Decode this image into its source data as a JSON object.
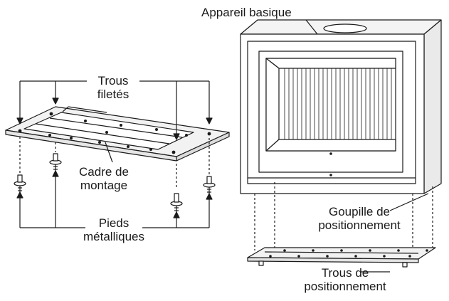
{
  "labels": {
    "appliance": "Appareil basique",
    "threaded_holes": [
      "Trous",
      "filetés"
    ],
    "mounting_frame": [
      "Cadre de",
      "montage"
    ],
    "metal_feet": [
      "Pieds",
      "métalliques"
    ],
    "positioning_pin": [
      "Goupille de",
      "positionnement"
    ],
    "positioning_holes": [
      "Trous de",
      "positionnement"
    ]
  },
  "colors": {
    "line": "#1a1a1a",
    "text": "#1a1a1a",
    "background": "#ffffff"
  }
}
